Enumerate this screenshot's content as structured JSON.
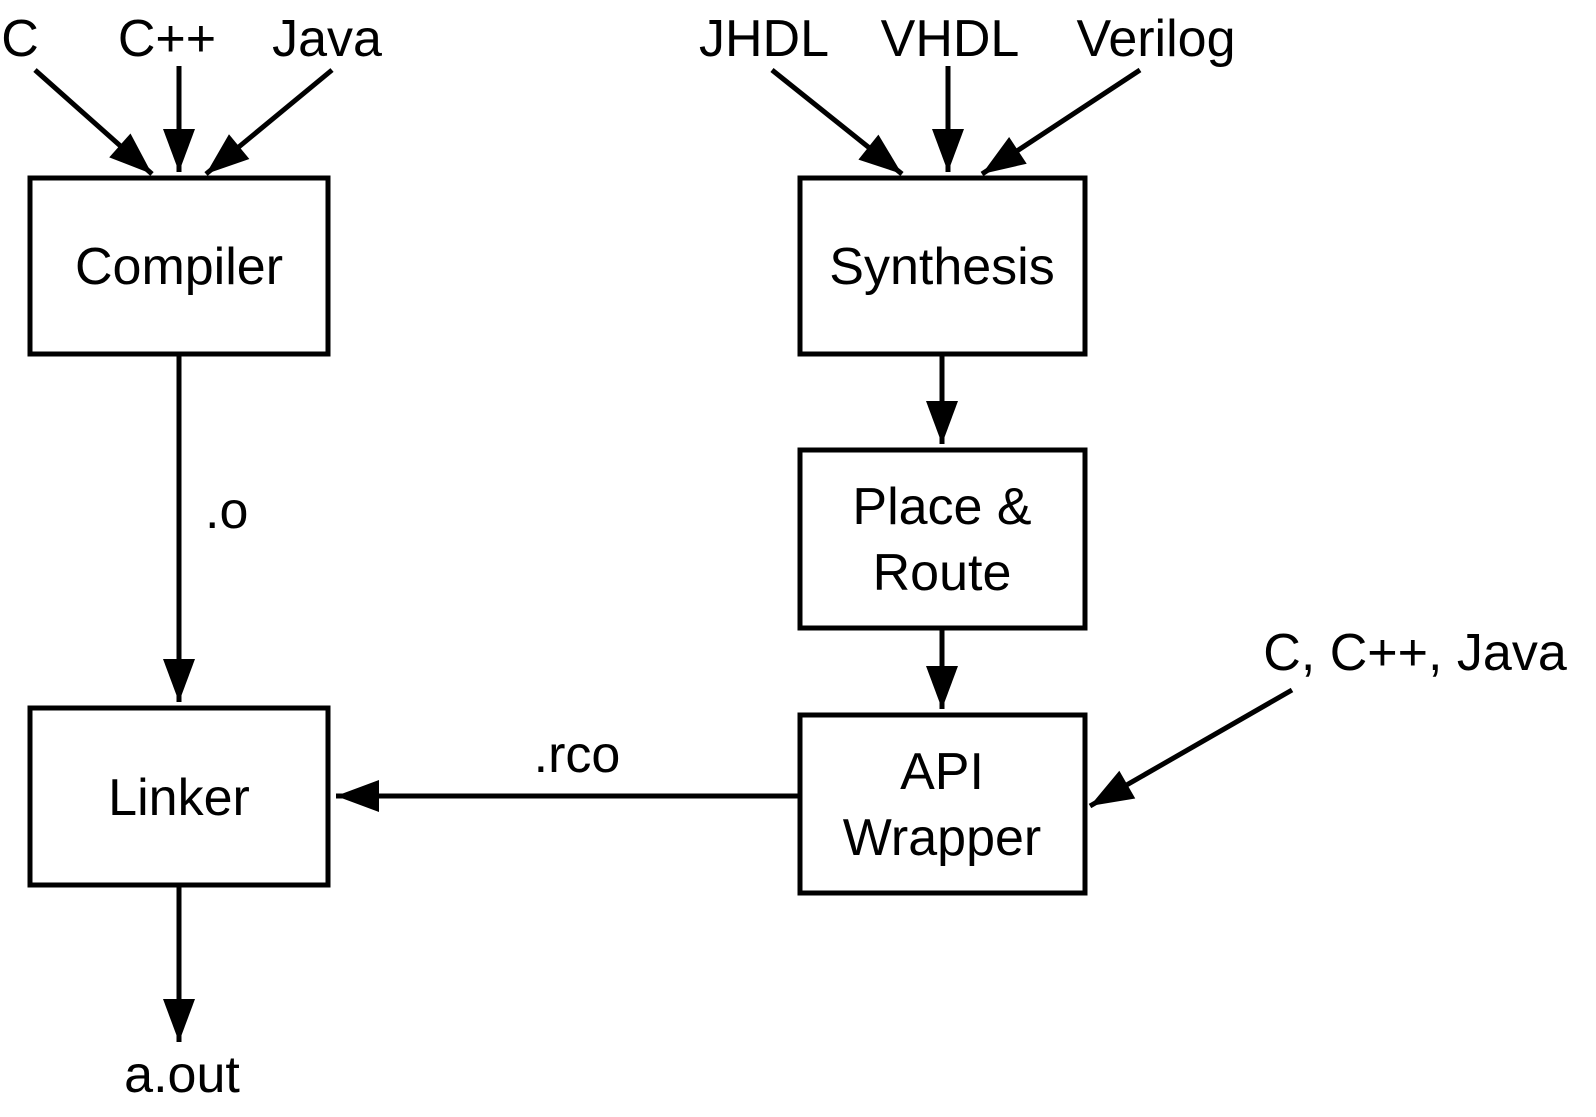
{
  "colors": {
    "ink": "#000000",
    "background": "#ffffff"
  },
  "left_flow": {
    "inputs": {
      "c": "C",
      "cpp": "C++",
      "java": "Java"
    },
    "compiler_box": "Compiler",
    "object_file_label": ".o",
    "linker_box": "Linker",
    "output_file_label": "a.out"
  },
  "right_flow": {
    "inputs": {
      "jhdl": "JHDL",
      "vhdl": "VHDL",
      "verilog": "Verilog"
    },
    "synthesis_box": "Synthesis",
    "place_route_box": {
      "line1": "Place &",
      "line2": "Route"
    },
    "api_wrapper_box": {
      "line1": "API",
      "line2": "Wrapper"
    },
    "rco_file_label": ".rco",
    "api_languages_label": "C, C++, Java"
  }
}
